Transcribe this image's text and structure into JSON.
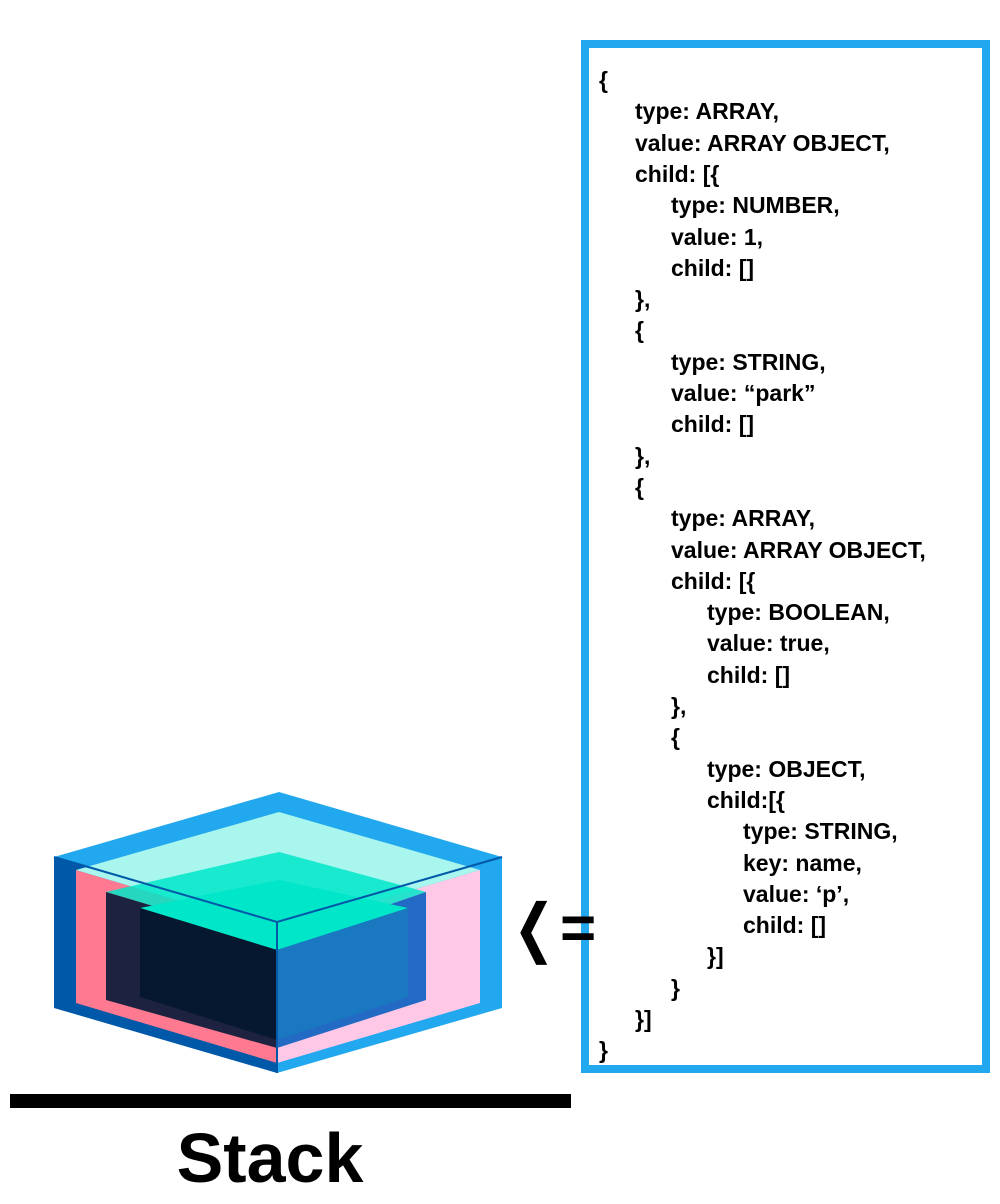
{
  "figure": {
    "arrow_label": "❬=",
    "stack_label": "Stack",
    "colors": {
      "box_border": "#22a8ee",
      "outer_cube": "#22a8ee",
      "pink": "#ff7a90",
      "light_pink": "#ffc8e6",
      "cyan": "#00e6c8",
      "light_cyan": "#a8f6ee",
      "navy": "#0a1a3a",
      "blue": "#1a6fc0",
      "dark_blue": "#0050a8"
    },
    "code_lines": [
      {
        "indent": 0,
        "text": "{"
      },
      {
        "indent": 1,
        "text": "type: ARRAY,"
      },
      {
        "indent": 1,
        "text": "value: ARRAY OBJECT,"
      },
      {
        "indent": 1,
        "text": "child: [{"
      },
      {
        "indent": 2,
        "text": "type: NUMBER,"
      },
      {
        "indent": 2,
        "text": "value: 1,"
      },
      {
        "indent": 2,
        "text": "child: []"
      },
      {
        "indent": 1,
        "text": "},"
      },
      {
        "indent": 1,
        "text": "{"
      },
      {
        "indent": 2,
        "text": "type: STRING,"
      },
      {
        "indent": 2,
        "text": "value: “park”"
      },
      {
        "indent": 2,
        "text": "child: []"
      },
      {
        "indent": 1,
        "text": "},"
      },
      {
        "indent": 1,
        "text": "{"
      },
      {
        "indent": 2,
        "text": "type: ARRAY,"
      },
      {
        "indent": 2,
        "text": "value: ARRAY OBJECT,"
      },
      {
        "indent": 2,
        "text": "child: [{"
      },
      {
        "indent": 3,
        "text": "type: BOOLEAN,"
      },
      {
        "indent": 3,
        "text": "value: true,"
      },
      {
        "indent": 3,
        "text": "child: []"
      },
      {
        "indent": 2,
        "text": "},"
      },
      {
        "indent": 2,
        "text": "{"
      },
      {
        "indent": 3,
        "text": "type: OBJECT,"
      },
      {
        "indent": 3,
        "text": "child:[{"
      },
      {
        "indent": 4,
        "text": "type: STRING,"
      },
      {
        "indent": 4,
        "text": "key: name,"
      },
      {
        "indent": 4,
        "text": "value: ‘p’,"
      },
      {
        "indent": 4,
        "text": "child: []"
      },
      {
        "indent": 3,
        "text": "}]"
      },
      {
        "indent": 2,
        "text": "}"
      },
      {
        "indent": 1,
        "text": "}]"
      },
      {
        "indent": 0,
        "text": "}"
      }
    ]
  }
}
